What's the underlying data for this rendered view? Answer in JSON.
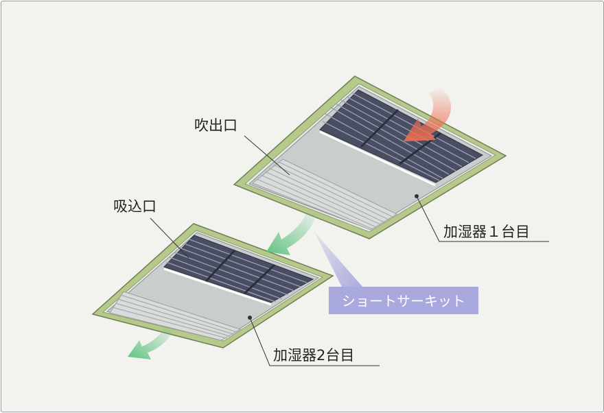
{
  "labels": {
    "outlet": "吹出口",
    "inlet": "吸込口",
    "unit1": "加湿器１台目",
    "unit2": "加湿器2台目",
    "short_circuit": "ショートサーキット"
  },
  "colors": {
    "frame_green": "#b5c98a",
    "panel_gray": "#c9cdcc",
    "grille_dark": "#4a4e63",
    "outlet_slat": "#dadcdc",
    "airflow_red": "#ee6e52",
    "airflow_green": "#59c07c",
    "callout_lavender": "#a9a9dd",
    "background": "#f2f2ef"
  }
}
